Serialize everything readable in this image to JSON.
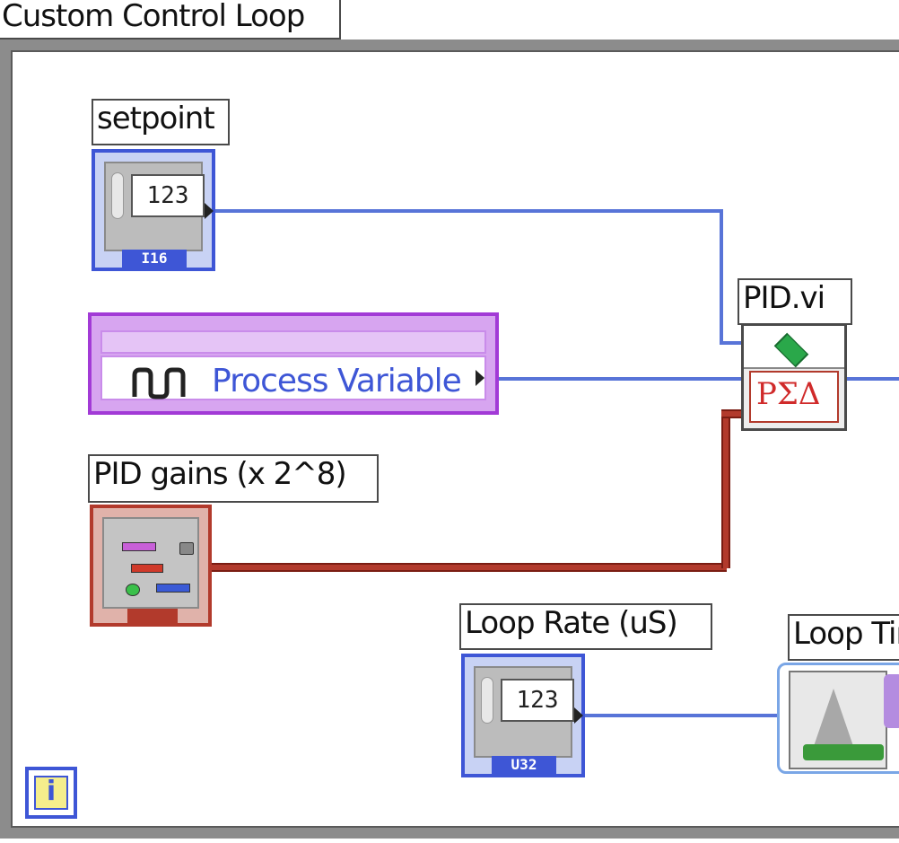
{
  "loop": {
    "title": "Custom Control Loop"
  },
  "setpoint": {
    "label": "setpoint",
    "display": "123",
    "type_tag": "I16"
  },
  "process_variable": {
    "label": "Process Variable"
  },
  "pid_gains": {
    "label": "PID gains (x 2^8)"
  },
  "pid_vi": {
    "label": "PID.vi",
    "glyph": "PΣΔ"
  },
  "loop_rate": {
    "label": "Loop Rate (uS)",
    "display": "123",
    "type_tag": "U32"
  },
  "loop_timer": {
    "label": "Loop Timer"
  },
  "iteration_terminal": {
    "glyph": "i"
  },
  "colors": {
    "numeric_wire": "#5874d8",
    "cluster_wire": "#b23a2c",
    "io_node": "#a23ad6",
    "loop_frame": "#8c8c8c"
  }
}
